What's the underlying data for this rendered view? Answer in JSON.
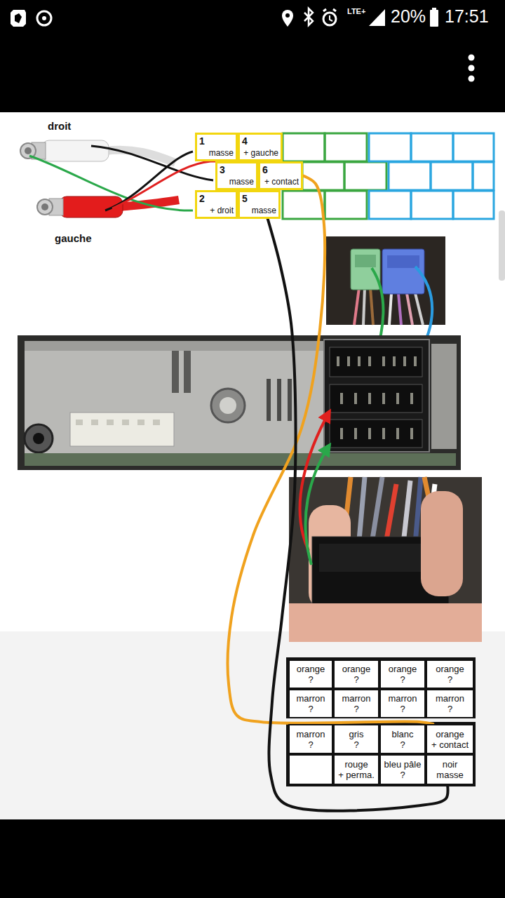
{
  "diagram": {
    "nodes": [
      {
        "text": [
          "1",
          "masse"
        ]
      },
      {
        "text": [
          "4",
          "+ gauche"
        ]
      },
      {
        "text": [
          "3",
          "masse"
        ]
      },
      {
        "text": [
          "6",
          "+ contact"
        ]
      },
      {
        "text": [
          "2",
          "+ droit"
        ]
      },
      {
        "text": [
          "5",
          "masse"
        ]
      },
      {
        "text": [
          "orange",
          "?"
        ]
      },
      {
        "text": [
          "orange",
          "?"
        ]
      },
      {
        "text": [
          "orange",
          "?"
        ]
      },
      {
        "text": [
          "orange",
          "?"
        ]
      },
      {
        "text": [
          "marron",
          "?"
        ]
      },
      {
        "text": [
          "marron",
          "?"
        ]
      },
      {
        "text": [
          "marron",
          "?"
        ]
      },
      {
        "text": [
          "marron",
          "?"
        ]
      },
      {
        "text": [
          "marron",
          "?"
        ]
      },
      {
        "text": [
          "gris",
          "?"
        ]
      },
      {
        "text": [
          "blanc",
          "?"
        ]
      },
      {
        "text": [
          "orange",
          "+ contact"
        ]
      },
      {
        "text": [
          "rouge",
          "+ perma."
        ]
      },
      {
        "text": [
          "bleu pâle",
          "?"
        ]
      },
      {
        "text": [
          "noir",
          "masse"
        ]
      }
    ],
    "edges": [
      {
        "from": 3,
        "to": 17,
        "arrow": "none"
      },
      {
        "from": 5,
        "to": 20,
        "arrow": "none"
      }
    ],
    "labels": [
      "LTE+",
      "20%",
      "17:51",
      "droit",
      "gauche"
    ]
  }
}
